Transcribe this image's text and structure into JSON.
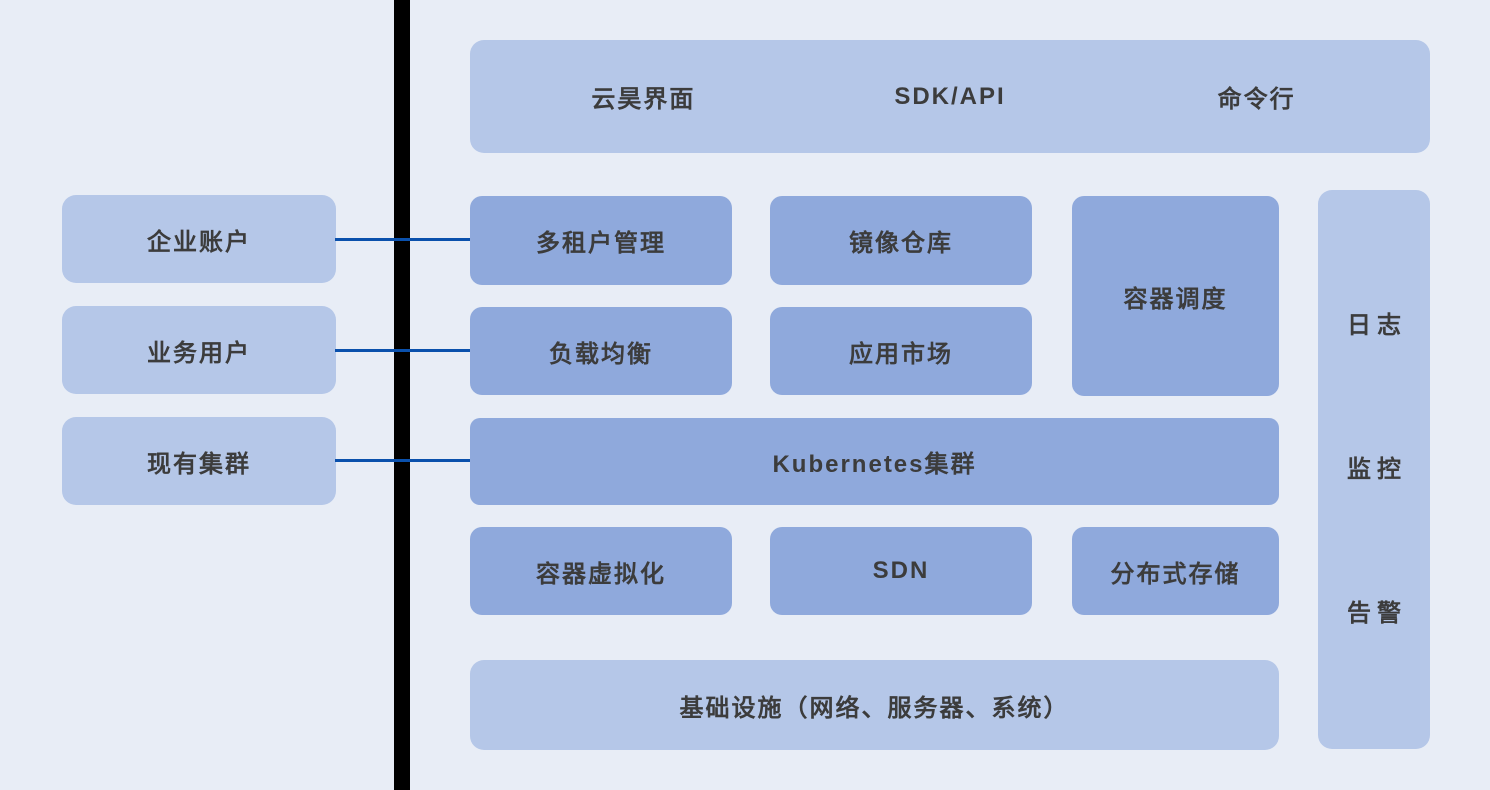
{
  "colors": {
    "background": "#e8edf6",
    "light_box": "#b5c7e8",
    "medium_box": "#8fa9dc",
    "divider": "#000000",
    "connector_line": "#0a50ac",
    "text": "#3c3c3c"
  },
  "left_panel": {
    "items": [
      {
        "label": "企业账户"
      },
      {
        "label": "业务用户"
      },
      {
        "label": "现有集群"
      }
    ]
  },
  "top_bar": {
    "items": [
      {
        "label": "云昊界面"
      },
      {
        "label": "SDK/API"
      },
      {
        "label": "命令行"
      }
    ]
  },
  "platform": {
    "multi_tenant": {
      "label": "多租户管理"
    },
    "image_registry": {
      "label": "镜像仓库"
    },
    "scheduler": {
      "label": "容器调度"
    },
    "load_balancer": {
      "label": "负载均衡"
    },
    "app_market": {
      "label": "应用市场"
    },
    "kubernetes": {
      "label": "Kubernetes集群"
    },
    "container_virtualization": {
      "label": "容器虚拟化"
    },
    "sdn": {
      "label": "SDN"
    },
    "distributed_storage": {
      "label": "分布式存储"
    },
    "infrastructure": {
      "label": "基础设施（网络、服务器、系统）"
    }
  },
  "ops_bar": {
    "items": [
      {
        "label": "日志"
      },
      {
        "label": "监控"
      },
      {
        "label": "告警"
      }
    ]
  }
}
